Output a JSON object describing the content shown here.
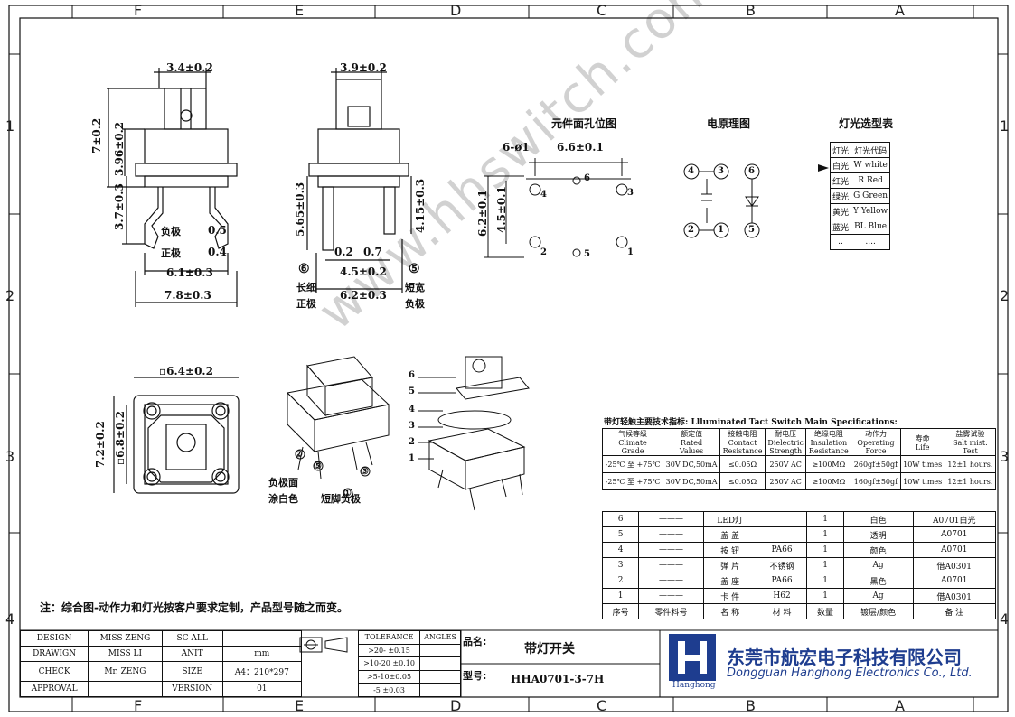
{
  "zones": {
    "top": [
      "F",
      "E",
      "D",
      "C",
      "B",
      "A"
    ],
    "side": [
      "1",
      "2",
      "3",
      "4"
    ]
  },
  "dims": {
    "front_top": "3.4±0.2",
    "front_h7": "7±0.2",
    "front_h396": "3.96±0.2",
    "front_h37": "3.7±0.3",
    "front_neg": "负极",
    "front_neg_v": "0.5",
    "front_pos": "正极",
    "front_pos_v": "0.4",
    "front_w61": "6.1±0.3",
    "front_w78": "7.8±0.3",
    "side_top": "3.9±0.2",
    "side_h565": "5.65±0.3",
    "side_h415": "4.15±0.3",
    "side_02": "0.2",
    "side_07": "0.7",
    "side_w45": "4.5±0.2",
    "side_w62": "6.2±0.3",
    "side_c6": "⑥",
    "side_c5": "⑤",
    "side_long": "长细",
    "side_long2": "正极",
    "side_short": "短宽",
    "side_short2": "负极",
    "top_sq": "▫6.4±0.2",
    "top_h72": "7.2±0.2",
    "top_h68": "▫6.8±0.2"
  },
  "views": {
    "pcb_title": "元件面孔位图",
    "pcb_holes": "6-ø1",
    "pcb_w66": "6.6±0.1",
    "pcb_h62": "6.2±0.1",
    "pcb_h45": "4.5±0.1",
    "circuit_title": "电原理图",
    "led_title": "灯光选型表",
    "led_rows": [
      [
        "灯光",
        "灯光代码"
      ],
      [
        "白光",
        "W white"
      ],
      [
        "红光",
        "R Red"
      ],
      [
        "绿光",
        "G Green"
      ],
      [
        "黄光",
        "Y Yellow"
      ],
      [
        "蓝光",
        "BL Blue"
      ],
      [
        "..",
        "...."
      ]
    ],
    "note_face": "负极面",
    "note_face2": "涂白色",
    "note_pin": "短脚负极"
  },
  "spec": {
    "title": "带灯轻触主要技术指标: Llluminated Tact Switch Main Specifications:",
    "headers": [
      [
        "气候等级",
        "Climate",
        "Grade"
      ],
      [
        "额定值",
        "Rated",
        "Values"
      ],
      [
        "接触电阻",
        "Contact",
        "Resistance"
      ],
      [
        "耐电压",
        "Dielectric",
        "Strength"
      ],
      [
        "绝缘电阻",
        "Insulation",
        "Resistance"
      ],
      [
        "动作力",
        "Operating",
        "Force"
      ],
      [
        "寿命",
        "Life",
        ""
      ],
      [
        "盐雾试验",
        "Salt mist.",
        "Test"
      ]
    ],
    "rows": [
      [
        "-25℃ 至 +75℃",
        "30V DC,50mA",
        "≤0.05Ω",
        "250V AC",
        "≥100MΩ",
        "260gf±50gf",
        "10W times",
        "12±1 hours."
      ],
      [
        "-25℃ 至 +75℃",
        "30V DC,50mA",
        "≤0.05Ω",
        "250V AC",
        "≥100MΩ",
        "160gf±50gf",
        "10W times",
        "12±1 hours."
      ]
    ]
  },
  "bom": {
    "rows": [
      [
        "6",
        "———",
        "LED灯",
        "",
        "1",
        "白色",
        "A0701白光"
      ],
      [
        "5",
        "———",
        "盖 盖",
        "",
        "1",
        "透明",
        "A0701"
      ],
      [
        "4",
        "———",
        "按 钮",
        "PA66",
        "1",
        "颜色",
        "A0701"
      ],
      [
        "3",
        "———",
        "弹 片",
        "不锈钢",
        "1",
        "Ag",
        "借A0301"
      ],
      [
        "2",
        "———",
        "盖 座",
        "PA66",
        "1",
        "黑色",
        "A0701"
      ],
      [
        "1",
        "———",
        "卡 件",
        "H62",
        "1",
        "Ag",
        "借A0301"
      ]
    ],
    "header": [
      "序号",
      "零件料号",
      "名 称",
      "材 料",
      "数量",
      "镀层/颜色",
      "备 注"
    ]
  },
  "note": "注：综合图-动作力和灯光按客户要求定制，产品型号随之而变。",
  "titleblock": {
    "rows": [
      [
        "DESIGN",
        "MISS ZENG",
        "SC ALL",
        ""
      ],
      [
        "DRAWIGN",
        "MISS LI",
        "ANIT",
        "mm"
      ],
      [
        "CHECK",
        "Mr. ZENG",
        "SIZE",
        "A4：210*297"
      ],
      [
        "APPROVAL",
        "",
        "VERSION",
        "01"
      ]
    ],
    "tolerance": "TOLERANCE",
    "angles": "ANGLES",
    "tol_rows": [
      ">20- ±0.15",
      ">10-20 ±0.10",
      ">5-10±0.05",
      "-5 ±0.03"
    ],
    "name_label": "品名:",
    "name": "带灯开关",
    "model_label": "型号:",
    "model": "HHA0701-3-7H"
  },
  "company": {
    "cn": "东莞市航宏电子科技有限公司",
    "en": "Dongguan Hanghong Electronics Co., Ltd.",
    "logo": "Hanghong"
  },
  "watermark": "www.hhswitch.com",
  "colors": {
    "brand": "#1e3d8f",
    "line": "#111111"
  }
}
